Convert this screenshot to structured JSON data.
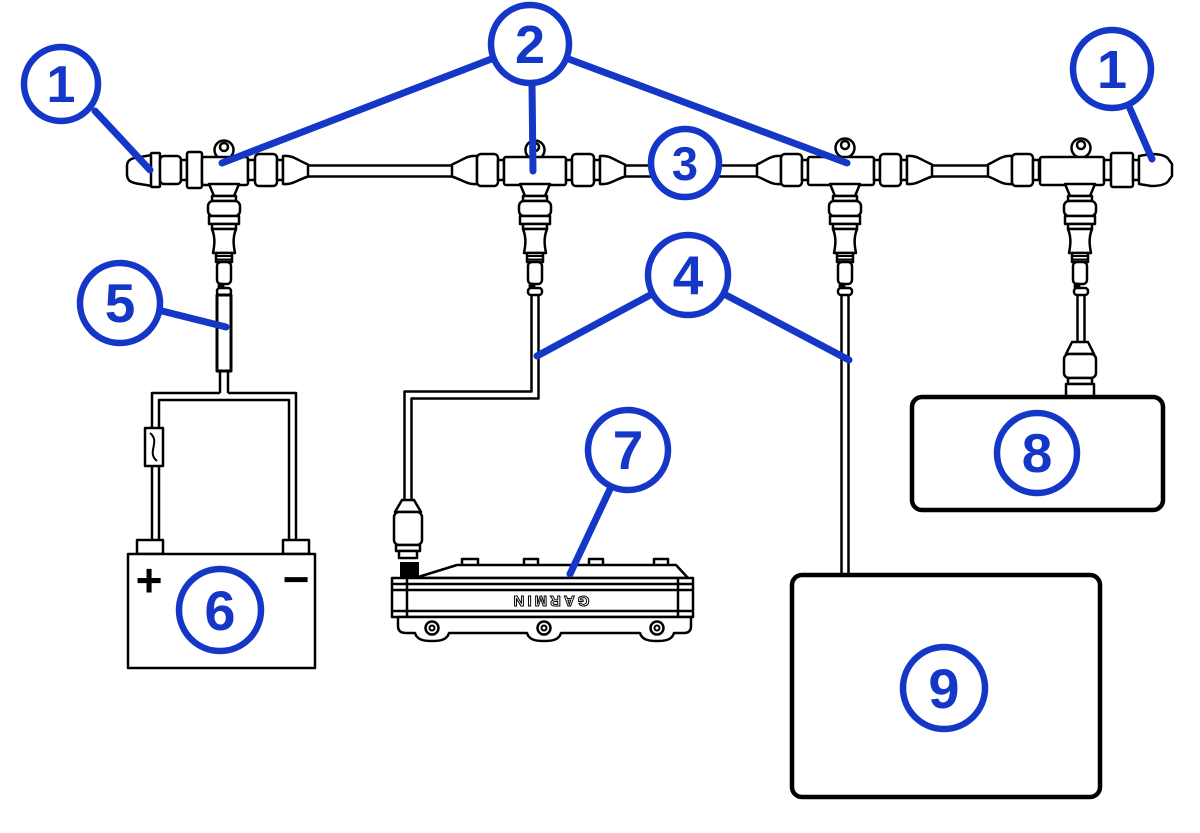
{
  "colors": {
    "accent": "#1437C8",
    "line": "#000000",
    "background": "#FFFFFF"
  },
  "callouts": {
    "terminator_left": {
      "label": "1"
    },
    "tee_connector": {
      "label": "2"
    },
    "backbone_cable": {
      "label": "3"
    },
    "terminator_right": {
      "label": "1"
    },
    "drop_cable": {
      "label": "4"
    },
    "power_cable": {
      "label": "5"
    },
    "battery": {
      "label": "6"
    },
    "sounder_module": {
      "label": "7"
    },
    "nmea_device_8": {
      "label": "8"
    },
    "nmea_device_9": {
      "label": "9"
    }
  },
  "battery": {
    "positive_terminal": "+",
    "negative_terminal": "−"
  },
  "device": {
    "brand": "GARMIN"
  }
}
